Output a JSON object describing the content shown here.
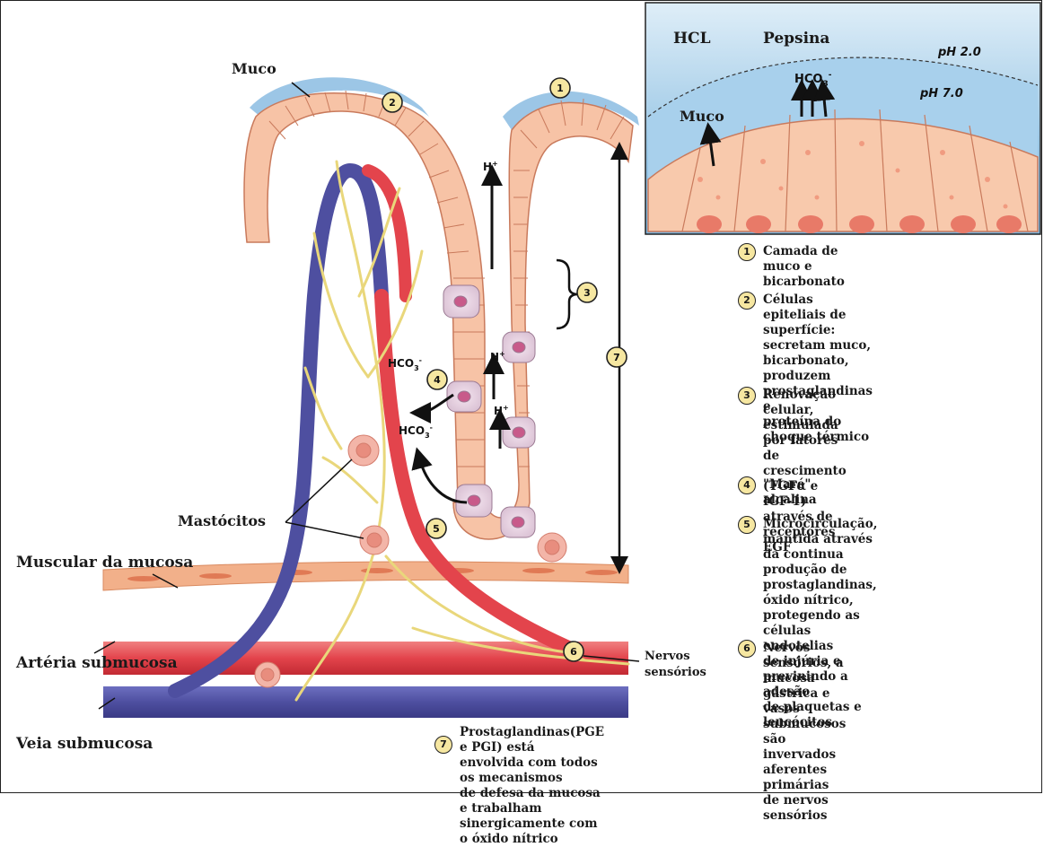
{
  "labels": {
    "muco": "Muco",
    "mastocitos": "Mastócitos",
    "muscular": "Muscular da mucosa",
    "arteria": "Artéria submucosa",
    "veia": "Veia submucosa",
    "nervos1": "Nervos",
    "nervos2": "sensórios",
    "h_plus": "H",
    "hco3": "HCO",
    "sub3": "3",
    "sup_minus": "-",
    "sup_plus": "+"
  },
  "inset": {
    "hcl": "HCL",
    "pepsina": "Pepsina",
    "ph_low": "pH 2.0",
    "ph_high": "pH 7.0",
    "muco": "Muco"
  },
  "markers": [
    "1",
    "2",
    "3",
    "4",
    "5",
    "6",
    "7"
  ],
  "legend": [
    {
      "num": "1",
      "text": "Camada de muco e bicarbonato"
    },
    {
      "num": "2",
      "text": "Células epiteliais de superfície:\nsecretam muco, bicarbonato,\nproduzem prostaglandinas e\nproteína do choque térmico"
    },
    {
      "num": "3",
      "text": "Renovação celular,\nestimulada por fatores de\ncrescimento (TGFα e IGF-1)\natravés de receptores EGF"
    },
    {
      "num": "4",
      "text": "\"Maré\" alcalina"
    },
    {
      "num": "5",
      "text": "Microcirculação, mantida através\nda continua produção de\nprostaglandinas, óxido nítrico,\nprotegendo as células endotelias\nde injúria e previnindo a adesão\nde plaquetas e leucócitos"
    },
    {
      "num": "6",
      "text": "Nervos sensórios, a mucosa\ngástrica e vasos submucosos\nsão invervados aferentes\nprimárias de nervos\nsensórios"
    },
    {
      "num": "7",
      "text": "Prostaglandinas(PGE e PGI) está\nenvolvida com todos os mecanismos\nde defesa da mucosa e trabalham\nsinergicamente com o óxido nítrico"
    }
  ],
  "colors": {
    "mucus": "#9cc6e6",
    "cell_fill": "#f7c3a6",
    "cell_line": "#c97a5c",
    "artery": "#e3444c",
    "vein": "#4e4fa0",
    "nerve": "#f0e39a",
    "marker": "#f6e7a1"
  }
}
